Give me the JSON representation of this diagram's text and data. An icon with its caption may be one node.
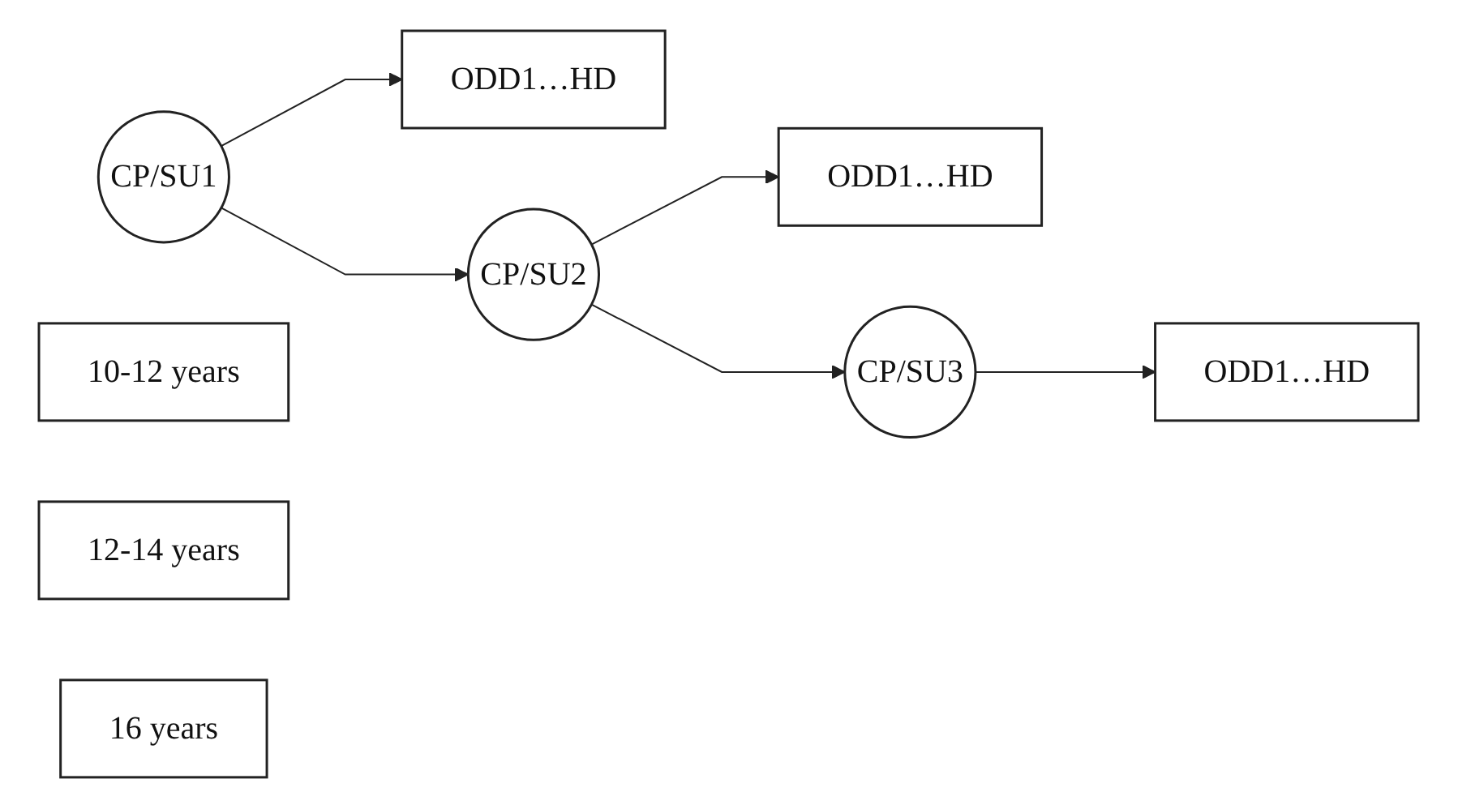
{
  "diagram": {
    "nodes": [
      {
        "text": [
          "ODD1…HD"
        ]
      },
      {
        "text": [
          "ODD1…HD"
        ]
      },
      {
        "text": [
          "ODD1…HD"
        ]
      },
      {
        "text": [
          "CP/SU1"
        ]
      },
      {
        "text": [
          "CP/SU2"
        ]
      },
      {
        "text": [
          "CP/SU3"
        ]
      },
      {
        "text": [
          "10-12 years"
        ]
      },
      {
        "text": [
          "12-14 years"
        ]
      },
      {
        "text": [
          "16 years"
        ]
      }
    ],
    "edges": [
      {
        "from": 3,
        "to": 0,
        "arrow": "to"
      },
      {
        "from": 4,
        "to": 1,
        "arrow": "to"
      },
      {
        "from": 5,
        "to": 2,
        "arrow": "to"
      },
      {
        "from": 3,
        "to": 4,
        "arrow": "to"
      },
      {
        "from": 4,
        "to": 5,
        "arrow": "to"
      }
    ]
  }
}
